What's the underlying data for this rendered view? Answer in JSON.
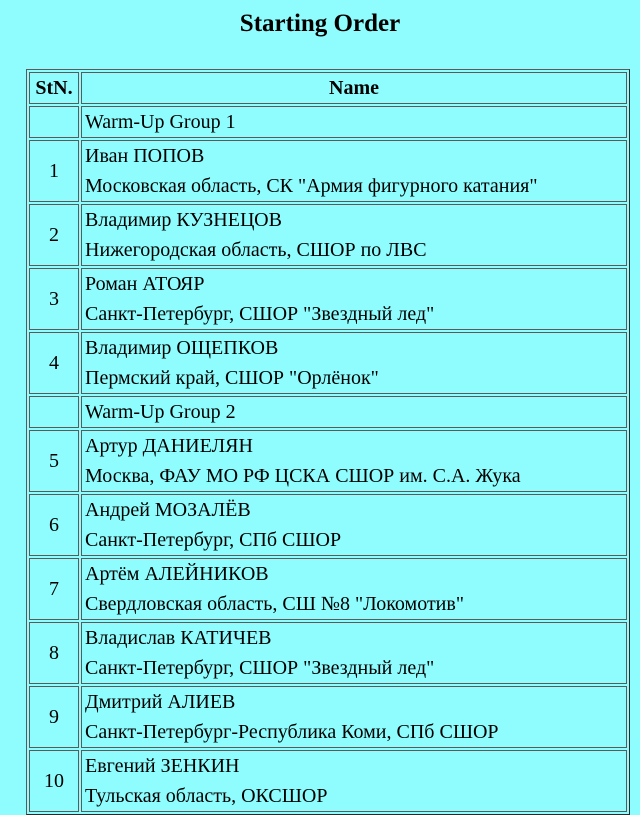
{
  "title": "Starting Order",
  "headers": {
    "stn": "StN.",
    "name": "Name"
  },
  "rows": [
    {
      "kind": "group",
      "label": "Warm-Up Group 1"
    },
    {
      "kind": "skater",
      "stn": "1",
      "name": "Иван ПОПОВ",
      "club": "Московская область, СК \"Армия фигурного катания\""
    },
    {
      "kind": "skater",
      "stn": "2",
      "name": "Владимир КУЗНЕЦОВ",
      "club": "Нижегородская область, СШОР по ЛВС"
    },
    {
      "kind": "skater",
      "stn": "3",
      "name": "Роман АТОЯР",
      "club": "Санкт-Петербург, СШОР \"Звездный лед\""
    },
    {
      "kind": "skater",
      "stn": "4",
      "name": "Владимир ОЩЕПКОВ",
      "club": "Пермский край, СШОР \"Орлёнок\""
    },
    {
      "kind": "group",
      "label": "Warm-Up Group 2"
    },
    {
      "kind": "skater",
      "stn": "5",
      "name": "Артур ДАНИЕЛЯН",
      "club": "Москва, ФАУ МО РФ ЦСКА СШОР им. С.А. Жука"
    },
    {
      "kind": "skater",
      "stn": "6",
      "name": "Андрей МОЗАЛЁВ",
      "club": "Санкт-Петербург, СПб СШОР"
    },
    {
      "kind": "skater",
      "stn": "7",
      "name": "Артём АЛЕЙНИКОВ",
      "club": "Свердловская область, СШ №8 \"Локомотив\""
    },
    {
      "kind": "skater",
      "stn": "8",
      "name": "Владислав КАТИЧЕВ",
      "club": "Санкт-Петербург, СШОР \"Звездный лед\""
    },
    {
      "kind": "skater",
      "stn": "9",
      "name": "Дмитрий АЛИЕВ",
      "club": "Санкт-Петербург-Республика Коми, СПб СШОР"
    },
    {
      "kind": "skater",
      "stn": "10",
      "name": "Евгений ЗЕНКИН",
      "club": "Тульская область, ОКСШОР"
    }
  ]
}
